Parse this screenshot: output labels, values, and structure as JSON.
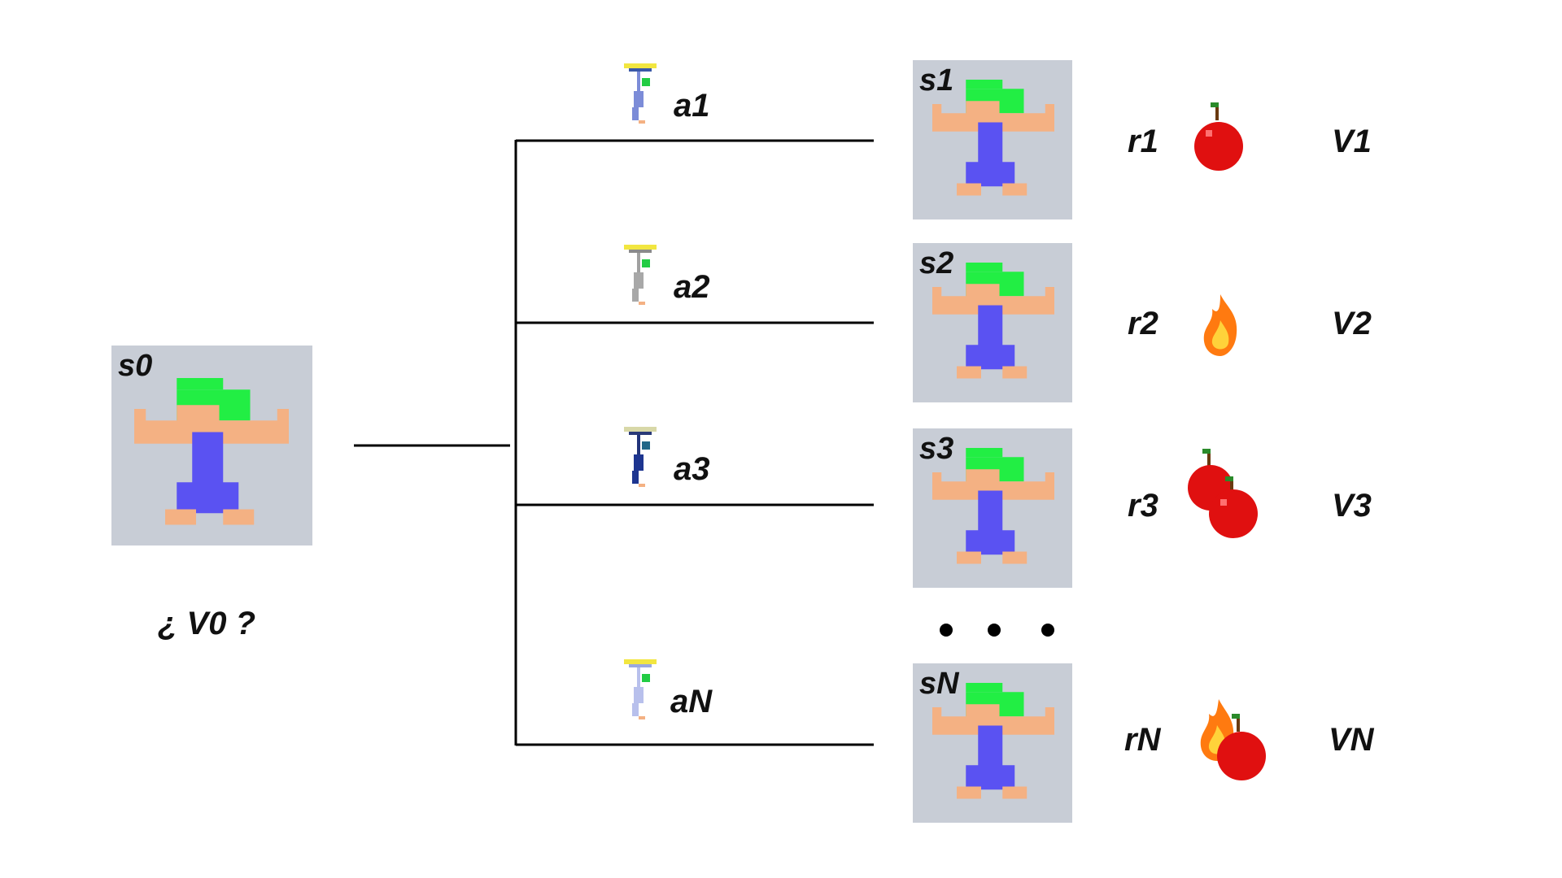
{
  "root": {
    "state_label": "s0",
    "value_question": "¿ V0 ?"
  },
  "branches": [
    {
      "action": "a1",
      "state": "s1",
      "reward": "r1",
      "value": "V1",
      "reward_icon": "apple-icon",
      "action_icon": "agent-action-icon"
    },
    {
      "action": "a2",
      "state": "s2",
      "reward": "r2",
      "value": "V2",
      "reward_icon": "fire-icon",
      "action_icon": "agent-action-icon"
    },
    {
      "action": "a3",
      "state": "s3",
      "reward": "r3",
      "value": "V3",
      "reward_icon": "two-apples-icon",
      "action_icon": "agent-action-icon"
    },
    {
      "action": "aN",
      "state": "sN",
      "reward": "rN",
      "value": "VN",
      "reward_icon": "fire-and-apple-icon",
      "action_icon": "agent-action-icon"
    }
  ],
  "colors": {
    "state_bg": "#c8cdd6",
    "hair": "#22ee44",
    "skin": "#f4b183",
    "body": "#5a52f2",
    "apple": "#e01010",
    "fire": "#ff7a10"
  }
}
